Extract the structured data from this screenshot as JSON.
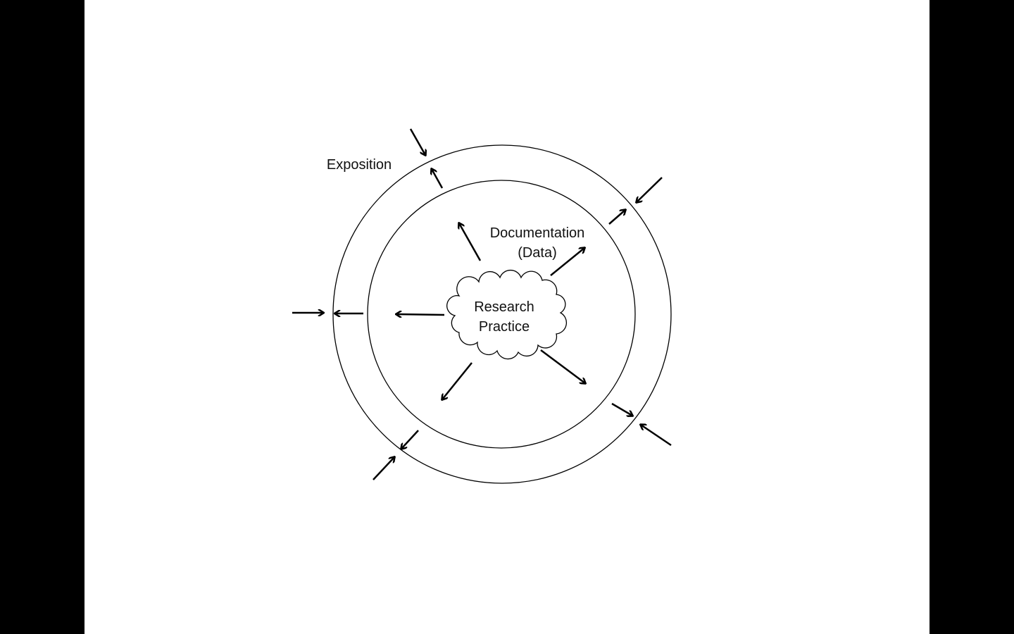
{
  "labels": {
    "outer": "Exposition",
    "inner_line1": "Documentation",
    "inner_line2": "(Data)",
    "core_line1": "Research",
    "core_line2": "Practice"
  },
  "colors": {
    "stroke": "#000000",
    "background": "#ffffff",
    "frame": "#000000"
  }
}
